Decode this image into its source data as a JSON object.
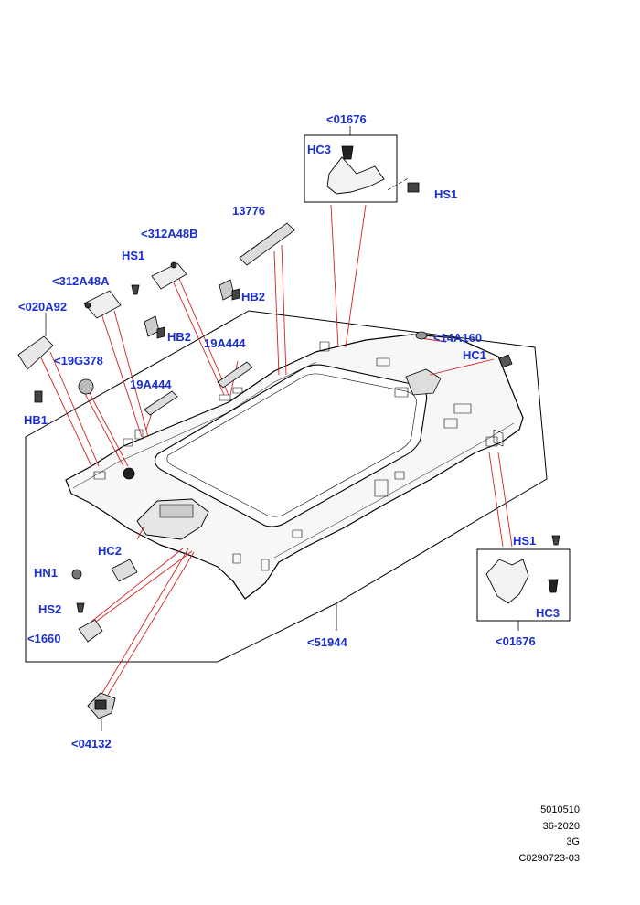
{
  "colors": {
    "callout": "#1a2fd0",
    "leader_red": "#d42020",
    "ink": "#000000"
  },
  "callouts": {
    "c01676_top": "<01676",
    "hc3_top": "HC3",
    "hs1_top": "HS1",
    "c13776": "13776",
    "c312a48b": "<312A48B",
    "hs1_mid": "HS1",
    "c312a48a": "<312A48A",
    "hb2_a": "HB2",
    "c020a92": "<020A92",
    "hb2_b": "HB2",
    "c19a444_a": "19A444",
    "c14a160": "<14A160",
    "hc1": "HC1",
    "c19g378": "<19G378",
    "c19a444_b": "19A444",
    "hb1": "HB1",
    "hs1_right": "HS1",
    "hc2": "HC2",
    "hn1": "HN1",
    "hs2": "HS2",
    "hc3_right": "HC3",
    "c1660": "<1660",
    "c51944": "<51944",
    "c01676_right": "<01676",
    "c04132": "<04132"
  },
  "footer": {
    "line1": "5010510",
    "line2": "36-2020",
    "line3": "3G",
    "line4": "C0290723-03"
  }
}
